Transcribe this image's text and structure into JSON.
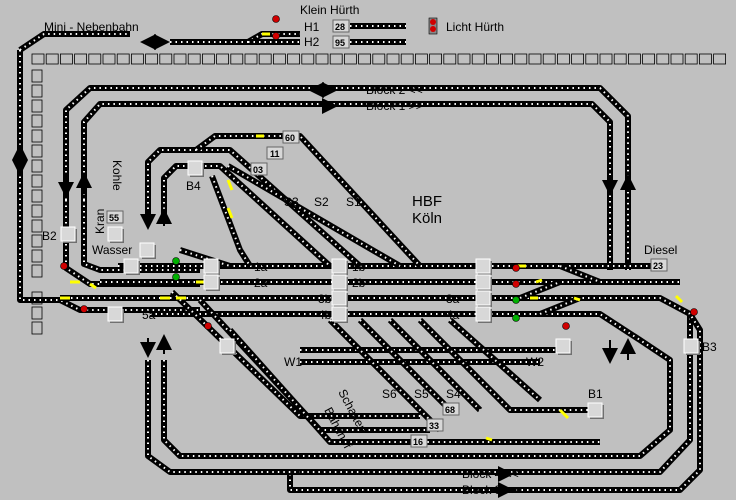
{
  "labels": {
    "mini_nebenbahn": "Mini - Nebenbahn",
    "klein_huerth": "Klein Hürth",
    "licht_huerth": "Licht Hürth",
    "h1": "H1",
    "h2": "H2",
    "block2": "Block 2 <<",
    "block1": "Block 1 >>",
    "block4": "Block 4 <<",
    "block3": "Block 3 >>",
    "hbf": "HBF",
    "koeln": "Köln",
    "kohle": "Kohle",
    "kran": "Kran",
    "wasser": "Wasser",
    "diesel": "Diesel",
    "schatten": "Schatten",
    "bahnhof": "Bahnhof",
    "b1": "B1",
    "b2": "B2",
    "b3": "B3",
    "b4": "B4",
    "s1": "S1",
    "s2": "S2",
    "s3": "S3",
    "s4": "S4",
    "s5": "S5",
    "s6": "S6",
    "w1": "W1",
    "w2": "W2",
    "t1a": "1a",
    "t1b": "1b",
    "t2a": "2a",
    "t2b": "2b",
    "t3a": "3a",
    "t3b": "3b",
    "t4a": "4a",
    "t4b": "4b",
    "t5a": "5a"
  },
  "numbers": {
    "n28": "28",
    "n95": "95",
    "n60": "60",
    "n11": "11",
    "n03": "03",
    "n55": "55",
    "n23": "23",
    "n68": "68",
    "n33": "33",
    "n16": "16"
  },
  "colors": {
    "background": "#c0c0c0",
    "rail": "#000000",
    "tie": "#ffffff",
    "switch": "#ffff00",
    "signal_red": "#d00000",
    "signal_green": "#00b000",
    "box_fill": "#d8d8d8",
    "box_shadow": "#707070"
  }
}
